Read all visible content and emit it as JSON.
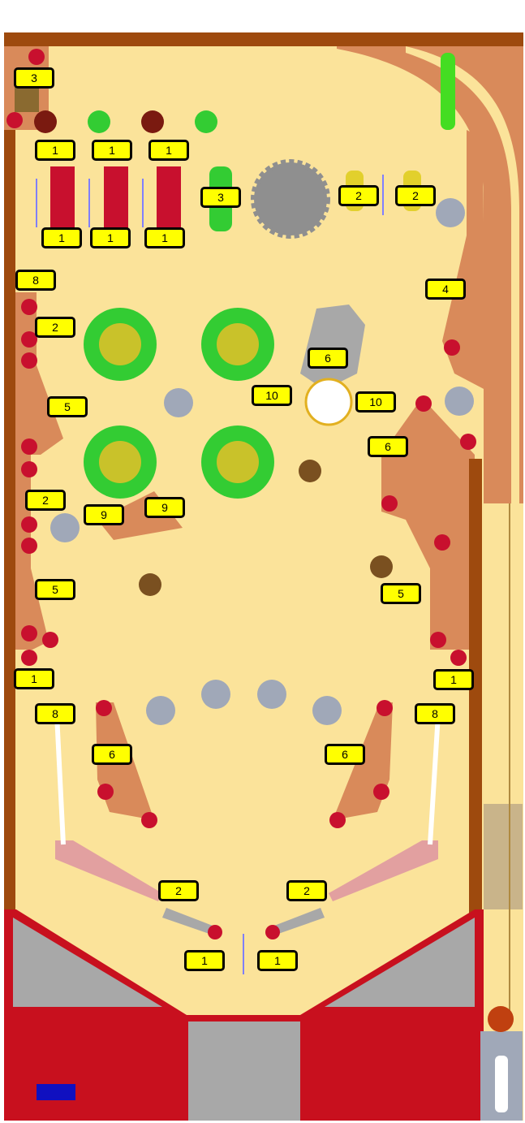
{
  "colors": {
    "playfield": "#fbe39a",
    "wall_brown": "#9e4a0e",
    "rubber_red": "#c8102e",
    "bumper_green": "#33cc33",
    "bumper_core": "#c9c22a",
    "apron_red": "#c8101e",
    "apron_gray": "#a8a8a8",
    "slingshot": "#d98a5a",
    "spinner_gray": "#8f8f8f",
    "label_fill": "#ffff00"
  },
  "labels": [
    {
      "id": "lbl-3-topleft",
      "text": "3"
    },
    {
      "id": "lbl-1-drop-top-1",
      "text": "1"
    },
    {
      "id": "lbl-1-drop-top-2",
      "text": "1"
    },
    {
      "id": "lbl-1-drop-top-3",
      "text": "1"
    },
    {
      "id": "lbl-1-drop-bot-1",
      "text": "1"
    },
    {
      "id": "lbl-1-drop-bot-2",
      "text": "1"
    },
    {
      "id": "lbl-1-drop-bot-3",
      "text": "1"
    },
    {
      "id": "lbl-3-green-target",
      "text": "3"
    },
    {
      "id": "lbl-2-yellow-1",
      "text": "2"
    },
    {
      "id": "lbl-2-yellow-2",
      "text": "2"
    },
    {
      "id": "lbl-8-left-top",
      "text": "8"
    },
    {
      "id": "lbl-4-right",
      "text": "4"
    },
    {
      "id": "lbl-2-left-upper",
      "text": "2"
    },
    {
      "id": "lbl-6-center",
      "text": "6"
    },
    {
      "id": "lbl-10-left",
      "text": "10"
    },
    {
      "id": "lbl-10-right",
      "text": "10"
    },
    {
      "id": "lbl-5-left-upper",
      "text": "5"
    },
    {
      "id": "lbl-6-right-upper",
      "text": "6"
    },
    {
      "id": "lbl-2-left-mid",
      "text": "2"
    },
    {
      "id": "lbl-9-left",
      "text": "9"
    },
    {
      "id": "lbl-9-right",
      "text": "9"
    },
    {
      "id": "lbl-5-left-lower",
      "text": "5"
    },
    {
      "id": "lbl-5-right",
      "text": "5"
    },
    {
      "id": "lbl-1-left-outlane",
      "text": "1"
    },
    {
      "id": "lbl-1-right-outlane",
      "text": "1"
    },
    {
      "id": "lbl-8-left-low",
      "text": "8"
    },
    {
      "id": "lbl-8-right-low",
      "text": "8"
    },
    {
      "id": "lbl-6-left-sling",
      "text": "6"
    },
    {
      "id": "lbl-6-right-sling",
      "text": "6"
    },
    {
      "id": "lbl-2-left-flipper",
      "text": "2"
    },
    {
      "id": "lbl-2-right-flipper",
      "text": "2"
    },
    {
      "id": "lbl-1-left-bottom",
      "text": "1"
    },
    {
      "id": "lbl-1-right-bottom",
      "text": "1"
    }
  ]
}
